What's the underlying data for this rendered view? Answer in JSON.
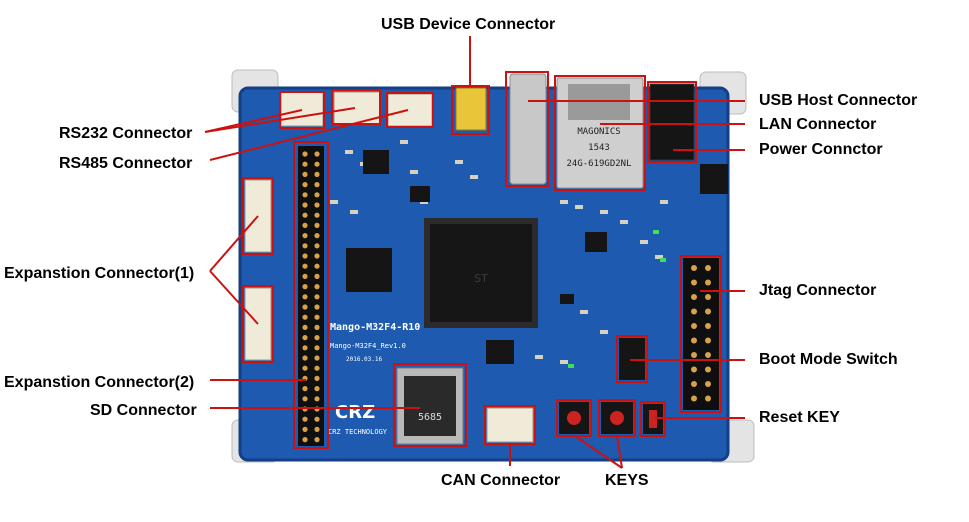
{
  "labels": {
    "usb_device": "USB Device Connector",
    "usb_host": "USB Host Connector",
    "lan": "LAN Connector",
    "power": "Power Connctor",
    "rs232": "RS232 Connector",
    "rs485": "RS485 Connector",
    "exp1": "Expanstion Connector(1)",
    "exp2": "Expanstion Connector(2)",
    "sd": "SD Connector",
    "jtag": "Jtag Connector",
    "boot": "Boot Mode Switch",
    "reset": "Reset KEY",
    "can": "CAN Connector",
    "keys": "KEYS"
  },
  "board_text": {
    "model": "Mango-M32F4-R10",
    "rev": "Mango-M32F4_Rev1.0",
    "date": "2016.03.16",
    "brand": "CRZ TECHNOLOGY",
    "lan_brand": "MAGONICS",
    "lan_part": "24G-619GD2NL",
    "lan_code": "1543",
    "sd_code": "5685"
  },
  "colors": {
    "board": "#1d5ab0",
    "board_edge": "#123f85",
    "highlight": "#cc1111"
  }
}
